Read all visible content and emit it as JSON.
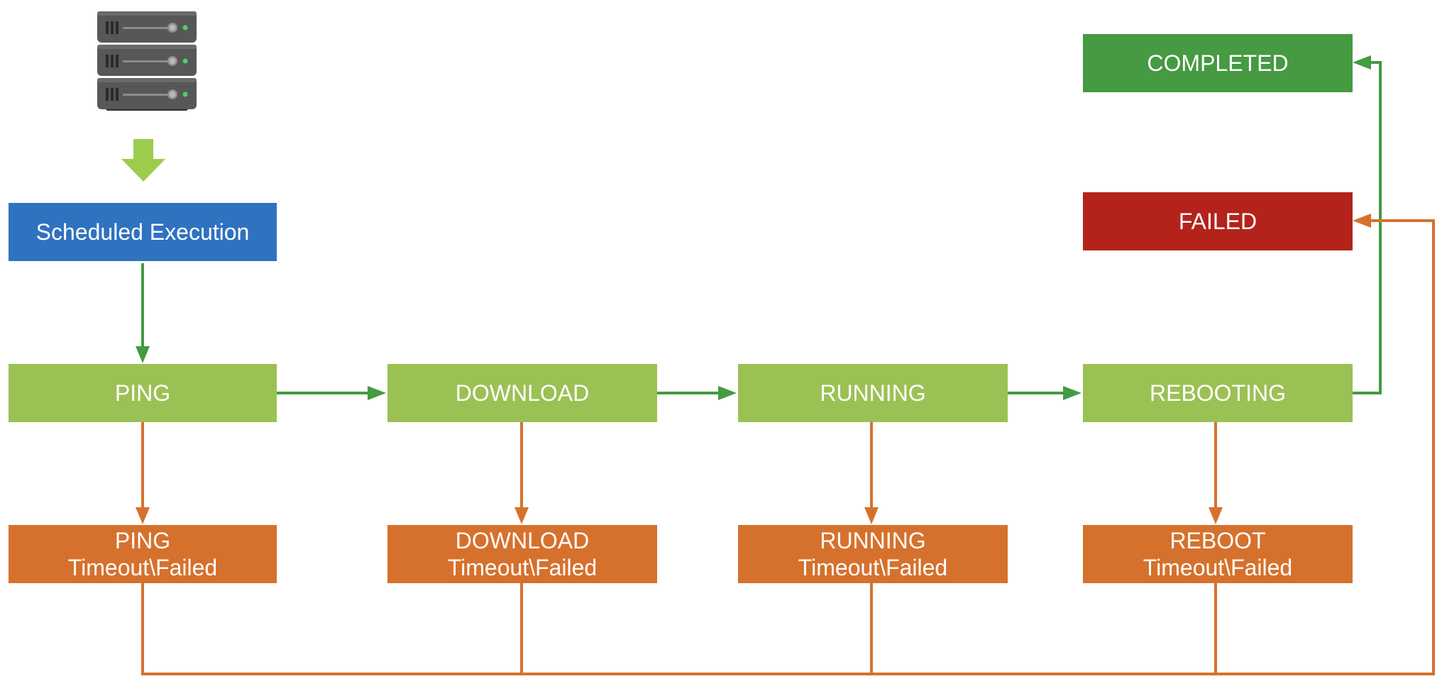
{
  "colors": {
    "start": "#2f72c0",
    "stage": "#9bc154",
    "timeout": "#d6712d",
    "failed": "#b3231b",
    "completed": "#459a42",
    "success_flow": "#459a42",
    "failure_flow": "#d6712d",
    "start_arrow": "#9ccc4c"
  },
  "icons": {
    "server": "server-rack-icon",
    "start_arrow": "down-arrow-icon"
  },
  "nodes": {
    "scheduled": "Scheduled Execution",
    "ping": "PING",
    "download": "DOWNLOAD",
    "running": "RUNNING",
    "rebooting": "REBOOTING",
    "completed": "COMPLETED",
    "failed": "FAILED",
    "ping_timeout": {
      "line1": "PING",
      "line2": "Timeout\\Failed"
    },
    "download_timeout": {
      "line1": "DOWNLOAD",
      "line2": "Timeout\\Failed"
    },
    "running_timeout": {
      "line1": "RUNNING",
      "line2": "Timeout\\Failed"
    },
    "reboot_timeout": {
      "line1": "REBOOT",
      "line2": "Timeout\\Failed"
    }
  }
}
